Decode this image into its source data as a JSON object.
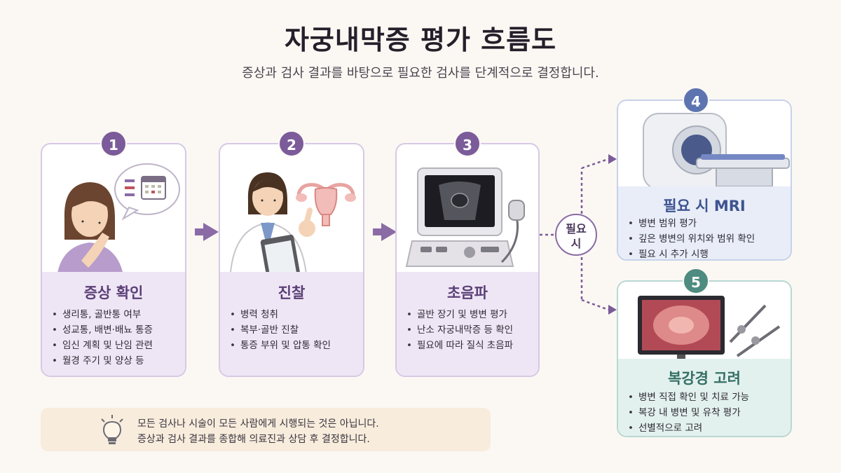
{
  "header": {
    "title": "자궁내막증 평가 흐름도",
    "subtitle": "증상과 검사 결과를 바탕으로 필요한 검사를 단계적으로 결정합니다."
  },
  "steps": [
    {
      "number": "1",
      "title": "증상 확인",
      "items": [
        "생리통, 골반통 여부",
        "성교통, 배변·배뇨 통증",
        "임신 계획 및 난임 관련",
        "월경 주기 및 양상 등"
      ]
    },
    {
      "number": "2",
      "title": "진찰",
      "items": [
        "병력 청취",
        "복부·골반 진찰",
        "통증 부위 및 압통 확인"
      ]
    },
    {
      "number": "3",
      "title": "초음파",
      "items": [
        "골반 장기 및 병변 평가",
        "난소 자궁내막증 등 확인",
        "필요에 따라 질식 초음파"
      ]
    },
    {
      "number": "4",
      "title": "필요 시 MRI",
      "items": [
        "병변 범위 평가",
        "깊은 병변의 위치와 범위 확인",
        "필요 시 추가 시행"
      ]
    },
    {
      "number": "5",
      "title": "복강경 고려",
      "items": [
        "병변 직접 확인 및 치료 가능",
        "복강 내 병변 및 유착 평가",
        "선별적으로 고려"
      ]
    }
  ],
  "branch": {
    "line1": "필요",
    "line2": "시"
  },
  "note": {
    "line1": "모든 검사나 시술이 모든 사람에게 시행되는 것은 아닙니다.",
    "line2": "증상과 검사 결과를 종합해 의료진과 상담 후 결정합니다."
  },
  "icons": [
    "patient-thinking-icon",
    "calendar-icon",
    "doctor-clipboard-icon",
    "uterus-icon",
    "ultrasound-machine-icon",
    "mri-scanner-icon",
    "laparoscope-monitor-icon",
    "lightbulb-icon"
  ],
  "colors": {
    "purple": "#7b5b99",
    "blue": "#5d74b0",
    "teal": "#4e8b80",
    "note_bg": "#f8ecdc",
    "background": "#fbf8f3"
  }
}
